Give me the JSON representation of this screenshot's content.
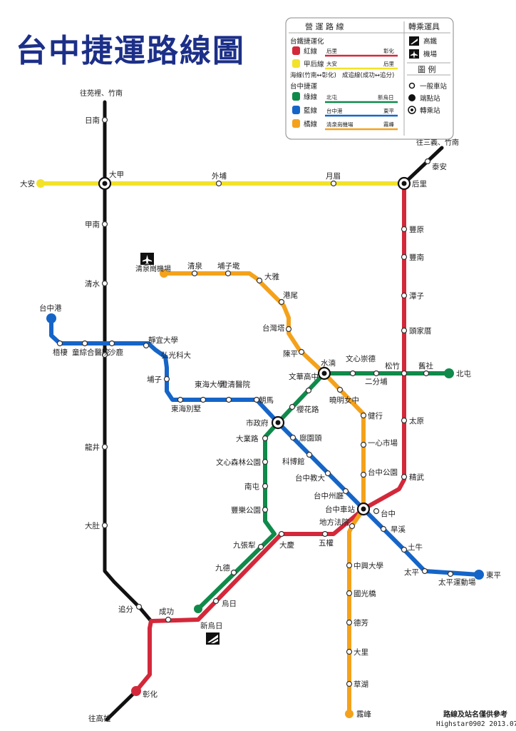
{
  "title": "台中捷運路線圖",
  "credit": {
    "line1": "路線及站名僅供參考",
    "line2": "Highstar0902 2013.07"
  },
  "colors": {
    "black": "#111111",
    "yellow": "#f2e22a",
    "red": "#d3283a",
    "green": "#0f8a4a",
    "blue": "#1565c8",
    "orange": "#f4a21c",
    "title": "#1c2f88"
  },
  "legend": {
    "header": "營 運 路 線",
    "transfer_header": "轉乘運具",
    "rail_header": "台鐵捷運化",
    "red_line": {
      "name": "紅線",
      "from": "后里",
      "to": "彰化"
    },
    "yellow_line": {
      "name": "甲后線",
      "from": "大安",
      "to": "后里"
    },
    "coast_note": "海線(竹南↔彰化)",
    "chenggong_note": "成追線(成功↔追分)",
    "mrt_header": "台中捷運",
    "green_line": {
      "name": "綠線",
      "from": "北屯",
      "to": "新烏日"
    },
    "blue_line": {
      "name": "藍線",
      "from": "台中港",
      "to": "東平"
    },
    "orange_line": {
      "name": "橘線",
      "from": "清泉崗機場",
      "to": "霧峰"
    },
    "hsr": "高鐵",
    "airport": "機場",
    "key_header": "圖 例",
    "normal_station": "一般車站",
    "terminal_station": "端點站",
    "transfer_station": "轉乘站"
  },
  "stations": {
    "wangyuanli": "往苑裡、竹南",
    "rinan": "日南",
    "dajia": "大甲",
    "daan": "大安",
    "waipu": "外埔",
    "yuemei": "月眉",
    "houli": "后里",
    "taian": "泰安",
    "wangsanyi": "往三義、竹南",
    "jianan": "甲南",
    "qingshui": "清水",
    "longjing": "龍井",
    "dadu": "大肚",
    "zhuifen": "追分",
    "chenggong": "成功",
    "changhua": "彰化",
    "wanggaoxiong": "往高雄",
    "fengyuan": "豐原",
    "fengnan": "豐南",
    "tanzi": "潭子",
    "toujiacuo": "頭家厝",
    "songzhu_r": "松竹",
    "taiyuan": "太原",
    "jingwu": "精武",
    "taichung_station": "台中車站",
    "taichung": "台中",
    "wuquan": "五權",
    "daqing": "大慶",
    "xinwuri": "新烏日",
    "wuri": "烏日",
    "qingquan": "清泉",
    "puzikeng": "埔子墘",
    "daya": "大雅",
    "ganwei": "港尾",
    "taiwantang": "台灣塔",
    "chenping": "陳平",
    "shuiqing": "水湳",
    "airport_name": "清泉崗機場",
    "wenxin_chongde": "文心崇德",
    "erfenpu": "二分埔",
    "jiushe": "舊社",
    "beitun": "北屯",
    "wenhua": "文華高中",
    "xiaoming": "曉明女中",
    "yinghuapao": "櫻花路",
    "jianxing": "健行",
    "shizhengfu": "市政府",
    "liyuantou": "廍園頭",
    "dayelu": "大業路",
    "yixin": "一心市場",
    "wenxinpark": "文心森林公園",
    "kebo": "科博館",
    "nantun": "南屯",
    "jiaoda": "台中教大",
    "tzpark": "台中公園",
    "fengle": "豐樂公園",
    "zhouting": "台中州廳",
    "jiuzhangli": "九張犁",
    "difang": "地方法院",
    "jiude": "九德",
    "taichunggang": "台中港",
    "wuqi": "梧棲",
    "tongzong": "童綜合醫院",
    "shalu": "沙鹿",
    "jingyi": "靜宜大學",
    "hongguang": "弘光科大",
    "puzi": "埔子",
    "donghai": "東海大學",
    "chengqing": "澄清醫院",
    "donghai_bieshu": "東海別墅",
    "chaoma": "朝馬",
    "hanxi": "旱溪",
    "tuniu": "土牛",
    "taiping": "太平",
    "taiping_stadium": "太平運動場",
    "dongping": "東平",
    "zhongxing": "中興大學",
    "guoguang": "國光橋",
    "defang": "德芳",
    "dali": "大里",
    "caohu": "草湖",
    "wufeng": "霧峰"
  }
}
